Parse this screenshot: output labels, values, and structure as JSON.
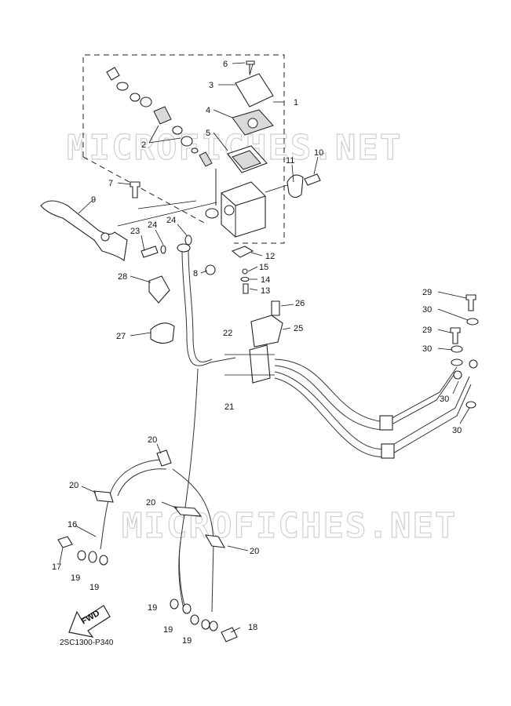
{
  "watermark": "MICROFICHES.NET",
  "diagram_code": "2SC1300-P340",
  "fwd_label": "FWD",
  "callouts": {
    "c1": "1",
    "c2": "2",
    "c3": "3",
    "c4": "4",
    "c5": "5",
    "c6": "6",
    "c7": "7",
    "c8": "8",
    "c9": "9",
    "c10": "10",
    "c11": "11",
    "c12": "12",
    "c13": "13",
    "c14": "14",
    "c15": "15",
    "c16": "16",
    "c17": "17",
    "c18": "18",
    "c19": "19",
    "c20": "20",
    "c21": "21",
    "c22": "22",
    "c23": "23",
    "c24": "24",
    "c25": "25",
    "c26": "26",
    "c27": "27",
    "c28": "28",
    "c29": "29",
    "c30": "30"
  }
}
